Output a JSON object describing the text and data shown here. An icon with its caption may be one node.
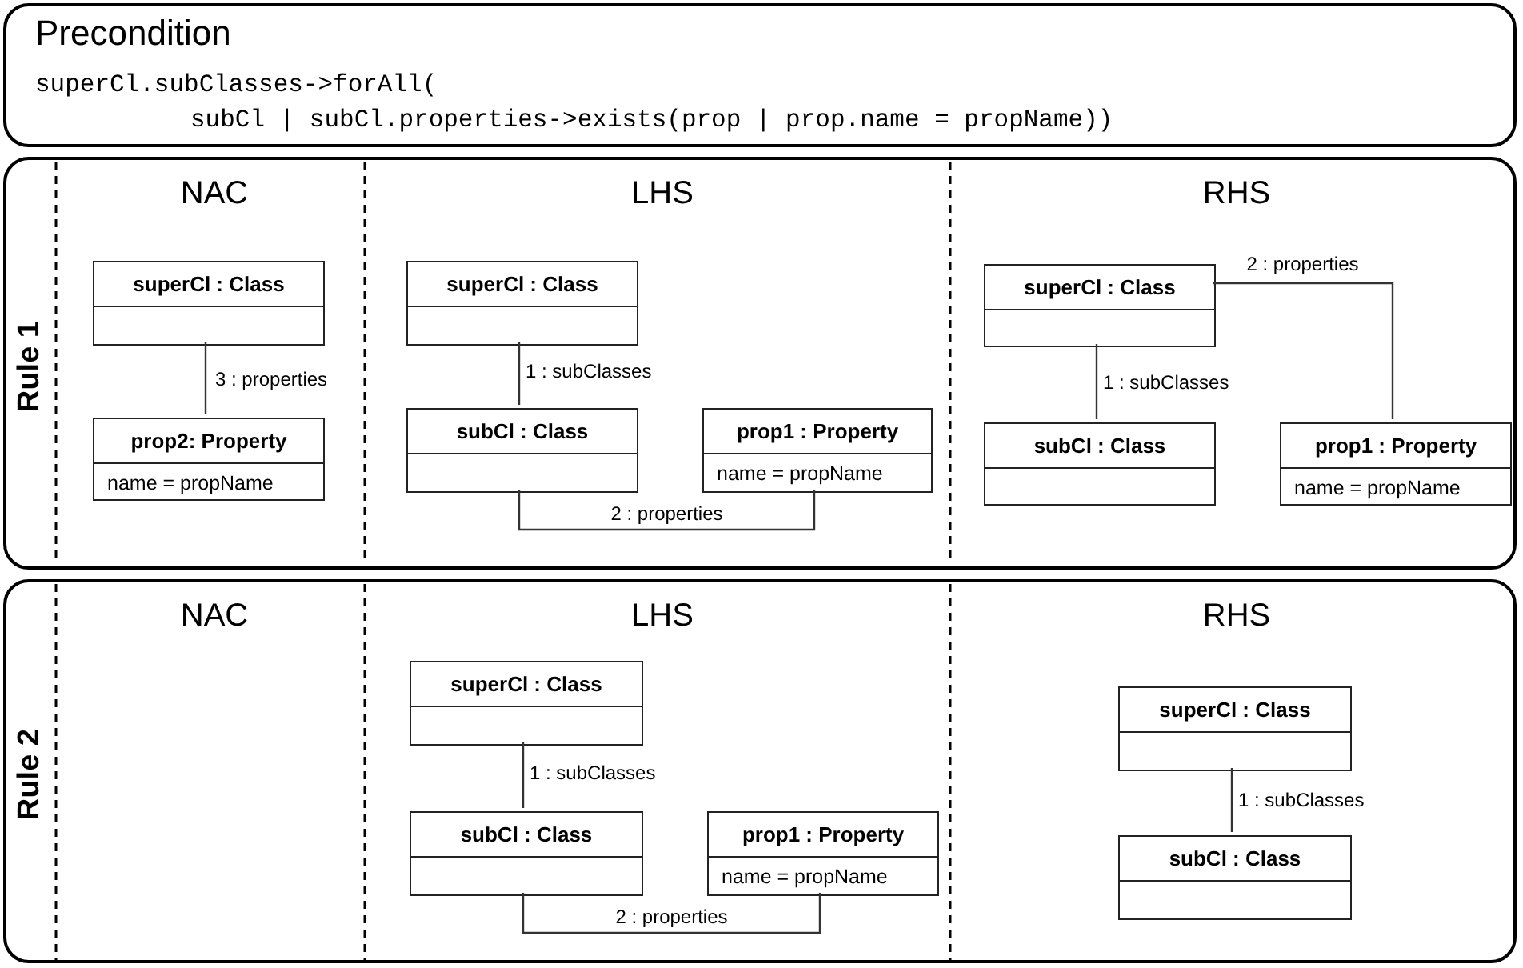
{
  "diagram": {
    "nodes": [
      {
        "text": [
          "Precondition",
          "superCl.subClasses->forAll(",
          "subCl | subCl.properties->exists(prop | prop.name = propName))"
        ]
      },
      {
        "text": [
          "Rule 1",
          "NAC",
          "LHS",
          "RHS"
        ]
      },
      {
        "text": [
          "superCl : Class"
        ],
        "in": 1
      },
      {
        "text": [
          "prop2: Property",
          "name = propName"
        ],
        "in": 1
      },
      {
        "text": [
          "superCl : Class"
        ],
        "in": 1
      },
      {
        "text": [
          "subCl : Class"
        ],
        "in": 1
      },
      {
        "text": [
          "prop1 : Property",
          "name = propName"
        ],
        "in": 1
      },
      {
        "text": [
          "superCl : Class"
        ],
        "in": 1
      },
      {
        "text": [
          "subCl : Class"
        ],
        "in": 1
      },
      {
        "text": [
          "prop1 : Property",
          "name = propName"
        ],
        "in": 1
      },
      {
        "text": [
          "Rule 2",
          "NAC",
          "LHS",
          "RHS"
        ]
      },
      {
        "text": [
          "superCl : Class"
        ],
        "in": 10
      },
      {
        "text": [
          "subCl : Class"
        ],
        "in": 10
      },
      {
        "text": [
          "prop1 : Property",
          "name = propName"
        ],
        "in": 10
      },
      {
        "text": [
          "superCl : Class"
        ],
        "in": 10
      },
      {
        "text": [
          "subCl : Class"
        ],
        "in": 10
      }
    ],
    "edges": [
      {
        "from": 2,
        "to": 3,
        "arrow": "none",
        "label": "3 : properties"
      },
      {
        "from": 4,
        "to": 5,
        "arrow": "none",
        "label": "1 : subClasses"
      },
      {
        "from": 5,
        "to": 6,
        "arrow": "none",
        "label": "2 : properties"
      },
      {
        "from": 7,
        "to": 8,
        "arrow": "none",
        "label": "1 : subClasses"
      },
      {
        "from": 7,
        "to": 9,
        "arrow": "none",
        "label": "2 : properties"
      },
      {
        "from": 11,
        "to": 12,
        "arrow": "none",
        "label": "1 : subClasses"
      },
      {
        "from": 12,
        "to": 13,
        "arrow": "none",
        "label": "2 : properties"
      },
      {
        "from": 14,
        "to": 15,
        "arrow": "none",
        "label": "1 : subClasses"
      }
    ]
  }
}
